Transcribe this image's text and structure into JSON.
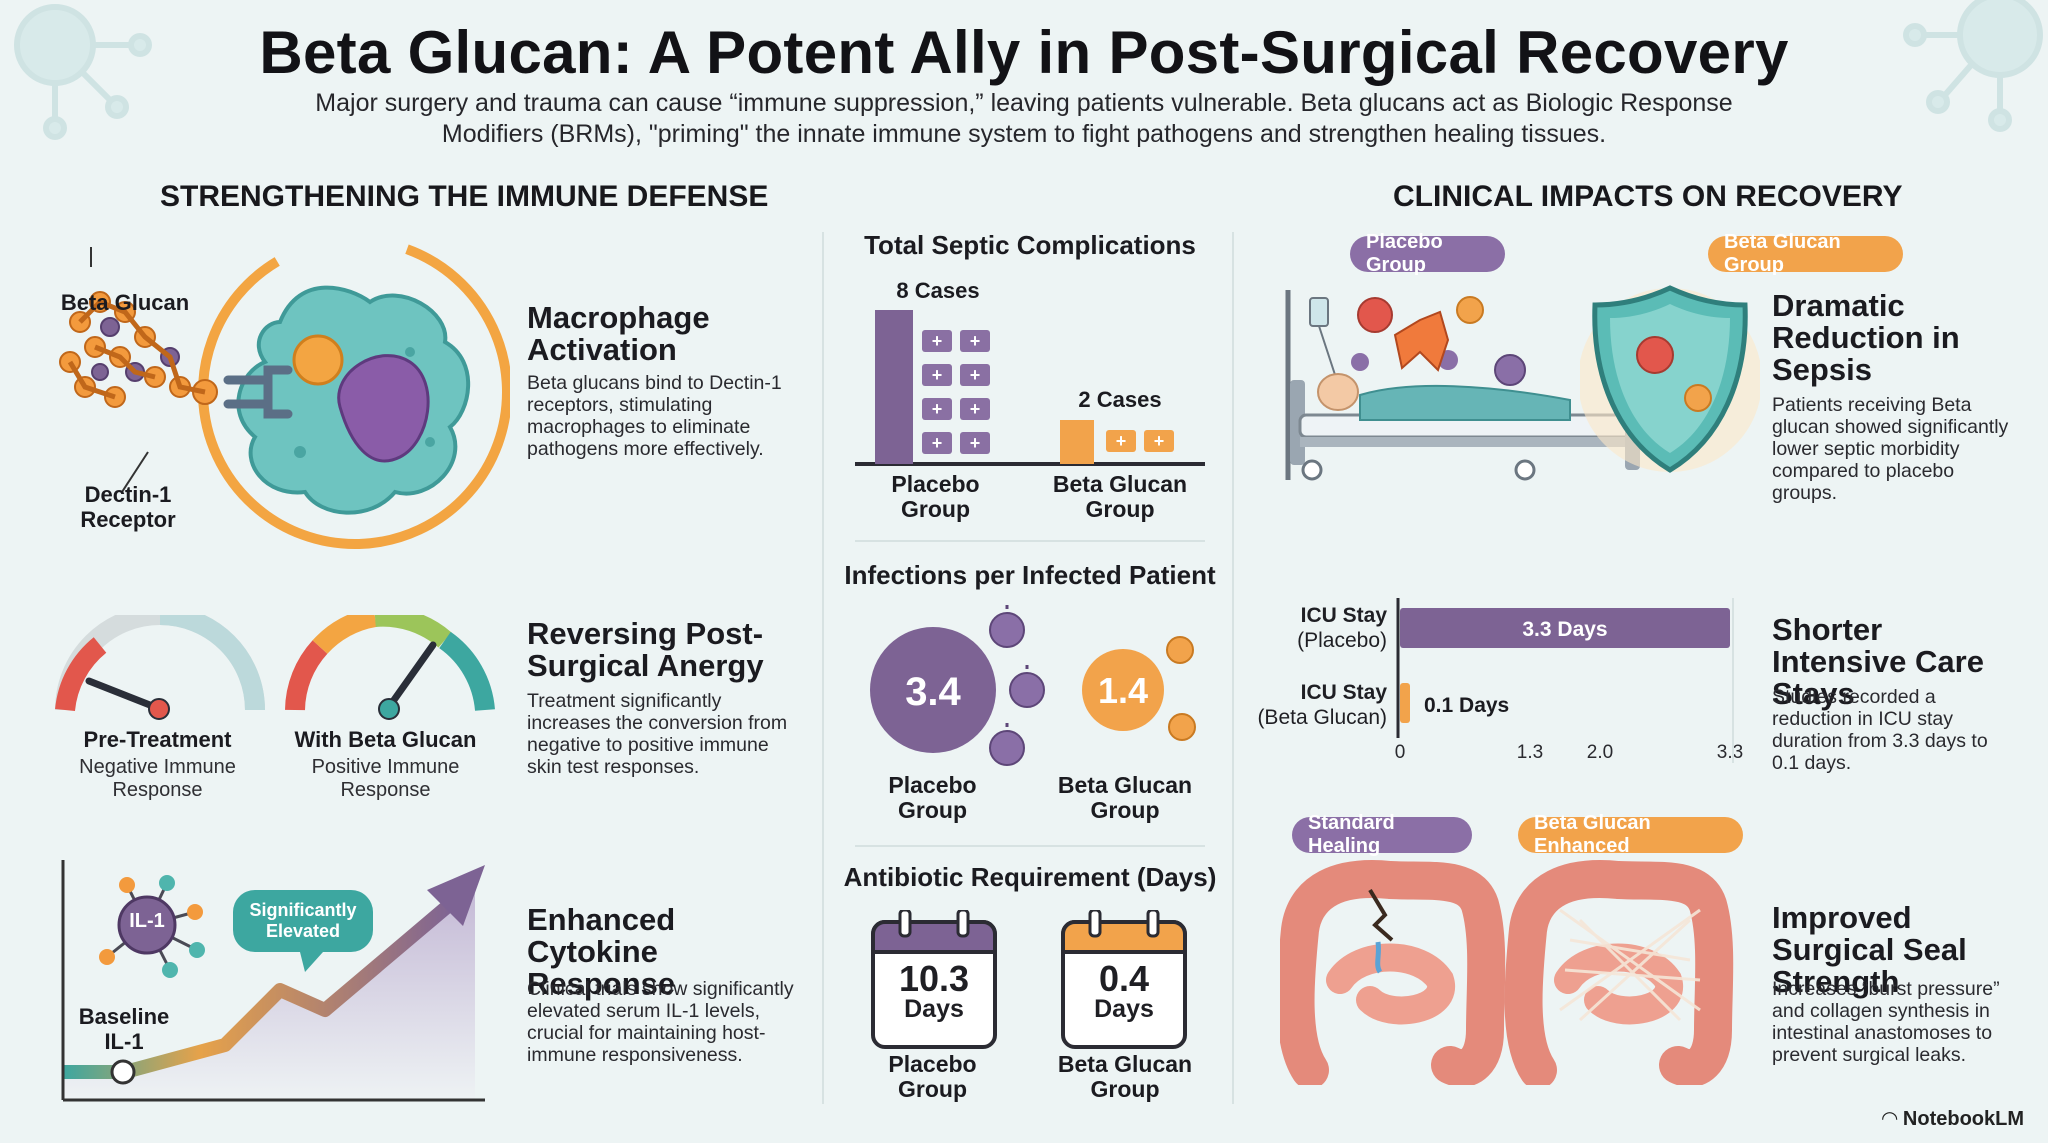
{
  "header": {
    "title": "Beta Glucan: A Potent Ally in Post-Surgical Recovery",
    "subtitle": "Major surgery and trauma can cause “immune suppression,” leaving patients vulnerable. Beta glucans act as Biologic Response Modifiers (BRMs), \"priming\" the innate immune system to fight pathogens and strengthen healing tissues."
  },
  "left": {
    "heading": "STRENGTHENING THE IMMUNE DEFENSE",
    "diagram_labels": {
      "beta_glucan": "Beta Glucan",
      "dectin_receptor": "Dectin-1 Receptor",
      "pre_treatment": "Pre-Treatment",
      "pre_treatment_sub": "Negative Immune Response",
      "with_beta_glucan": "With Beta Glucan",
      "with_beta_glucan_sub": "Positive Immune Response",
      "il1": "IL-1",
      "baseline": "Baseline IL-1",
      "elevated_bubble": "Significantly Elevated"
    },
    "items": [
      {
        "title": "Macrophage Activation",
        "desc": "Beta glucans bind to Dectin-1 receptors, stimulating macrophages to eliminate pathogens more effectively."
      },
      {
        "title": "Reversing Post-Surgical Anergy",
        "desc": "Treatment significantly increases the conversion from negative to positive immune skin test responses."
      },
      {
        "title": "Enhanced Cytokine Response",
        "desc": "Clinical trials show significantly elevated serum IL-1 levels, crucial for maintaining host-immune responsiveness."
      }
    ]
  },
  "middle": {
    "septic": {
      "heading": "Total Septic Complications",
      "placebo_cases": 8,
      "placebo_label": "8 Cases",
      "beta_cases": 2,
      "beta_label": "2 Cases",
      "placebo_group": "Placebo Group",
      "beta_group": "Beta Glucan Group"
    },
    "infections": {
      "heading": "Infections per Infected Patient",
      "placebo_value": "3.4",
      "beta_value": "1.4",
      "placebo_group": "Placebo Group",
      "beta_group": "Beta Glucan Group"
    },
    "antibiotic": {
      "heading": "Antibiotic Requirement (Days)",
      "placebo_value": "10.3",
      "beta_value": "0.4",
      "unit": "Days",
      "placebo_group": "Placebo Group",
      "beta_group": "Beta Glucan Group"
    }
  },
  "right": {
    "heading": "CLINICAL IMPACTS ON RECOVERY",
    "pills": {
      "placebo": "Placebo Group",
      "beta": "Beta Glucan Group",
      "standard": "Standard Healing",
      "enhanced": "Beta Glucan Enhanced"
    },
    "items": [
      {
        "title": "Dramatic Reduction in Sepsis",
        "desc": "Patients receiving Beta glucan showed significantly lower septic morbidity compared to placebo groups."
      },
      {
        "title": "Shorter Intensive Care Stays",
        "desc": "Studies recorded a reduction in ICU stay duration from 3.3 days to 0.1 days."
      },
      {
        "title": "Improved Surgical Seal Strength",
        "desc": "Increases “burst pressure” and collagen synthesis in intestinal anastomoses to prevent surgical leaks."
      }
    ]
  },
  "chart_data": {
    "type": "bar",
    "orientation": "horizontal",
    "categories": [
      "ICU Stay (Placebo)",
      "ICU Stay (Beta Glucan)"
    ],
    "values": [
      3.3,
      0.1
    ],
    "data_labels": [
      "3.3 Days",
      "0.1 Days"
    ],
    "xticks": [
      "0",
      "1.3",
      "2.0",
      "3.3"
    ],
    "xlim": [
      0,
      3.3
    ],
    "colors": [
      "#7d6394",
      "#f2a34b"
    ]
  },
  "colors": {
    "purple": "#7d6394",
    "orange": "#f2a34b",
    "teal": "#4fb5ad",
    "red": "#e2574c"
  },
  "footer": {
    "brand": "NotebookLM"
  }
}
